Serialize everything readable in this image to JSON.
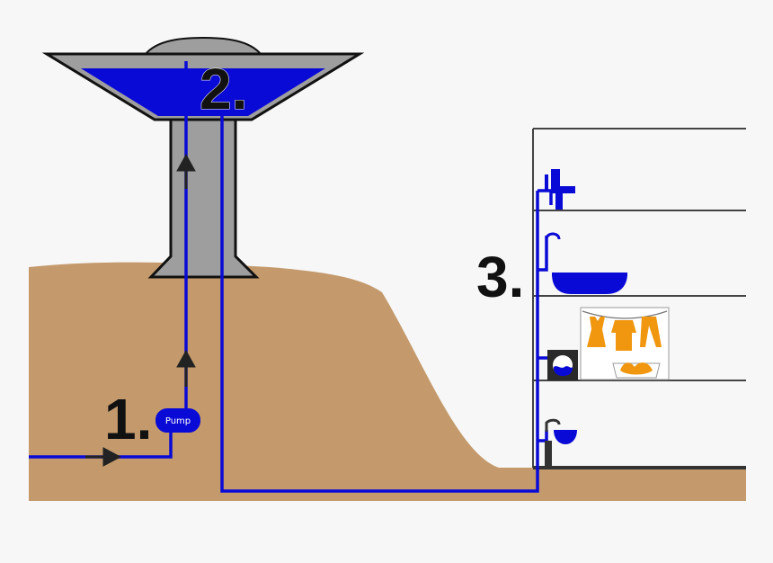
{
  "steps": {
    "one": "1.",
    "two": "2.",
    "three": "3."
  },
  "pump_label": "Pump",
  "icons": [
    "pump-icon",
    "water-tower-icon",
    "house-icon",
    "sink-icon",
    "bathtub-icon",
    "washing-machine-icon",
    "laundry-icon",
    "tap-icon",
    "flow-arrow-icon"
  ],
  "colors": {
    "water": "#0a0ad6",
    "ground": "#c49a6c",
    "tower": "#9e9e9e",
    "outline": "#111111",
    "clothes": "#f0960f",
    "background": "#f7f7f7"
  }
}
